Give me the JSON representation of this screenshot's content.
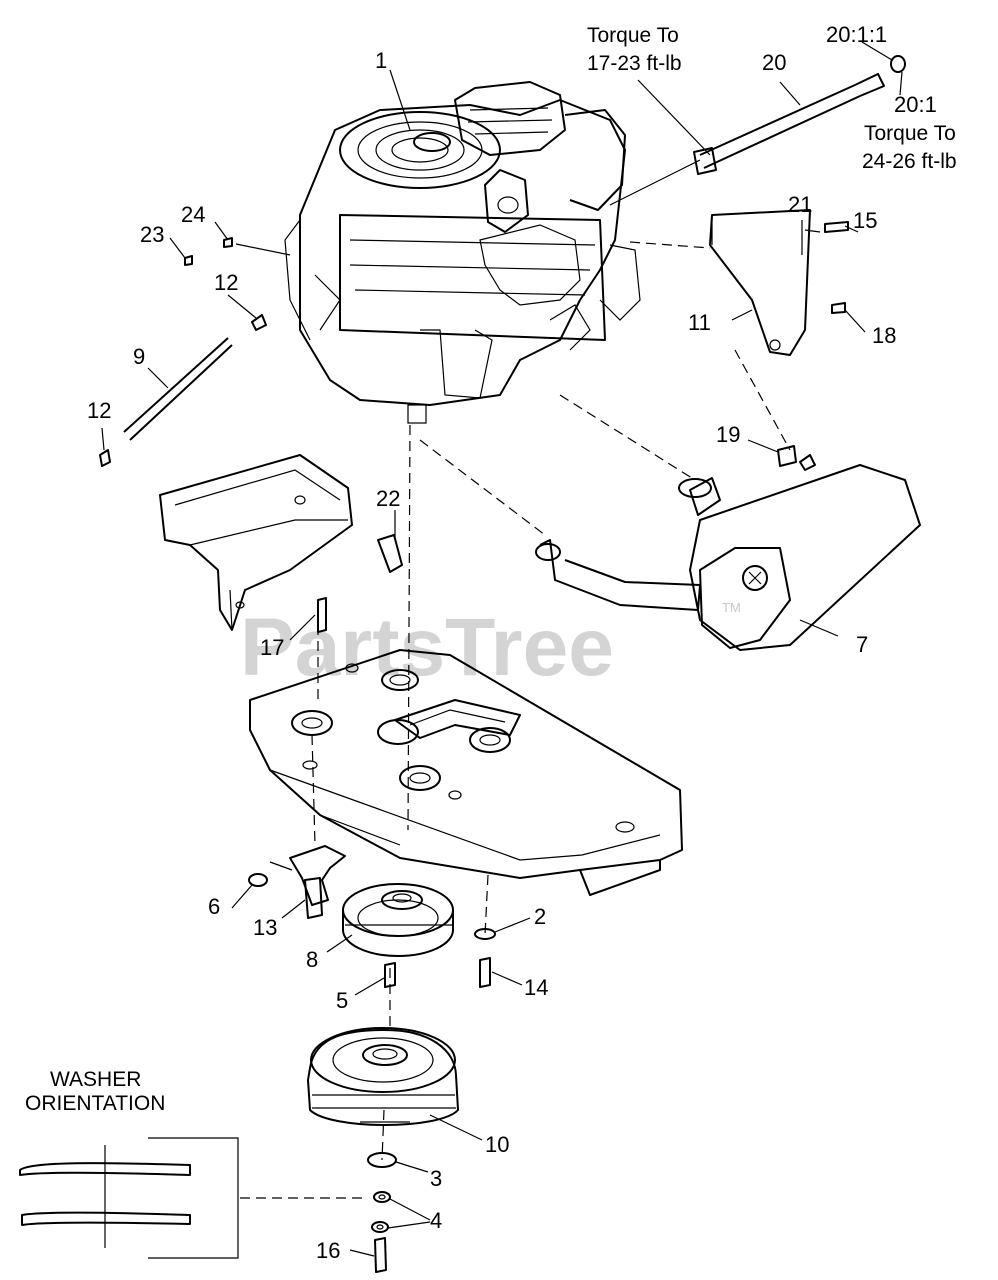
{
  "callouts": {
    "c1": "1",
    "c2": "2",
    "c3": "3",
    "c4a": "4",
    "c4b": "4",
    "c5": "5",
    "c6": "6",
    "c7": "7",
    "c8": "8",
    "c9": "9",
    "c10": "10",
    "c11": "11",
    "c12a": "12",
    "c12b": "12",
    "c13": "13",
    "c14": "14",
    "c15": "15",
    "c16": "16",
    "c17": "17",
    "c18": "18",
    "c19": "19",
    "c20": "20",
    "c20_1_1": "20:1:1",
    "c20_1": "20:1",
    "c21": "21",
    "c22": "22",
    "c23": "23",
    "c24": "24"
  },
  "notes": {
    "torque_1": "Torque To",
    "torque_1_value": "17-23 ft-lb",
    "torque_2": "Torque To",
    "torque_2_value": "24-26 ft-lb",
    "washer_line1": "WASHER",
    "washer_line2": "ORIENTATION"
  },
  "watermark": {
    "text": "PartsTree",
    "mark": "TM"
  },
  "colors": {
    "line": "#000000",
    "watermark": "#d4d4d4",
    "background": "#ffffff"
  }
}
